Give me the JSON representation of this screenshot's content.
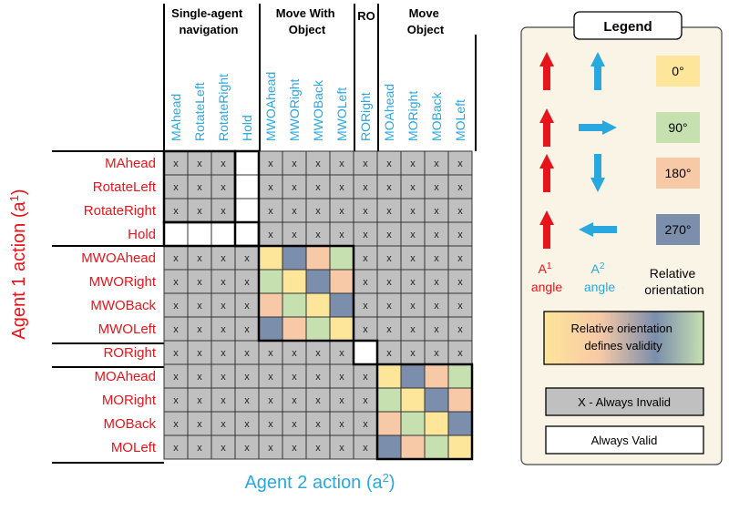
{
  "group_headers": [
    {
      "lines": [
        "Single-agent",
        "navigation"
      ]
    },
    {
      "lines": [
        "Move With",
        "Object"
      ]
    },
    {
      "lines": [
        "RO"
      ]
    },
    {
      "lines": [
        "Move",
        "Object"
      ]
    }
  ],
  "actions": [
    "MAhead",
    "RotateLeft",
    "RotateRight",
    "Hold",
    "MWOAhead",
    "MWORight",
    "MWOBack",
    "MWOLeft",
    "RORight",
    "MOAhead",
    "MORight",
    "MOBack",
    "MOLeft"
  ],
  "cell_mark": "x",
  "x_axis_label": {
    "text": "Agent 2 action (a",
    "sup": "2",
    "tail": ")"
  },
  "y_axis_label": {
    "text": "Agent 1 action (a",
    "sup": "1",
    "tail": ")"
  },
  "colors": {
    "invalid": "#c0c0c0",
    "valid": "#ffffff",
    "orient_0": "#fde59a",
    "orient_90": "#c7e0b0",
    "orient_180": "#f7c9a6",
    "orient_270": "#7b8eab",
    "agent1": "#e8141b",
    "agent2": "#29a8e0",
    "legend_bg": "#f9f4e6"
  },
  "orientation_grid": [
    [
      0,
      270,
      180,
      90
    ],
    [
      90,
      0,
      270,
      180
    ],
    [
      180,
      90,
      0,
      270
    ],
    [
      270,
      180,
      90,
      0
    ]
  ],
  "legend": {
    "title": "Legend",
    "rows": [
      {
        "a2_dir": "up",
        "deg": "0°",
        "color_key": "orient_0"
      },
      {
        "a2_dir": "right",
        "deg": "90°",
        "color_key": "orient_90"
      },
      {
        "a2_dir": "down",
        "deg": "180°",
        "color_key": "orient_180"
      },
      {
        "a2_dir": "left",
        "deg": "270°",
        "color_key": "orient_270"
      }
    ],
    "a1_label": {
      "text": "A",
      "sup": "1",
      "sub": "angle"
    },
    "a2_label": {
      "text": "A",
      "sup": "2",
      "sub": "angle"
    },
    "relative_label": [
      "Relative",
      "orientation"
    ],
    "gradient_box": [
      "Relative orientation",
      "defines validity"
    ],
    "invalid_box": "X - Always Invalid",
    "valid_box": "Always Valid"
  }
}
